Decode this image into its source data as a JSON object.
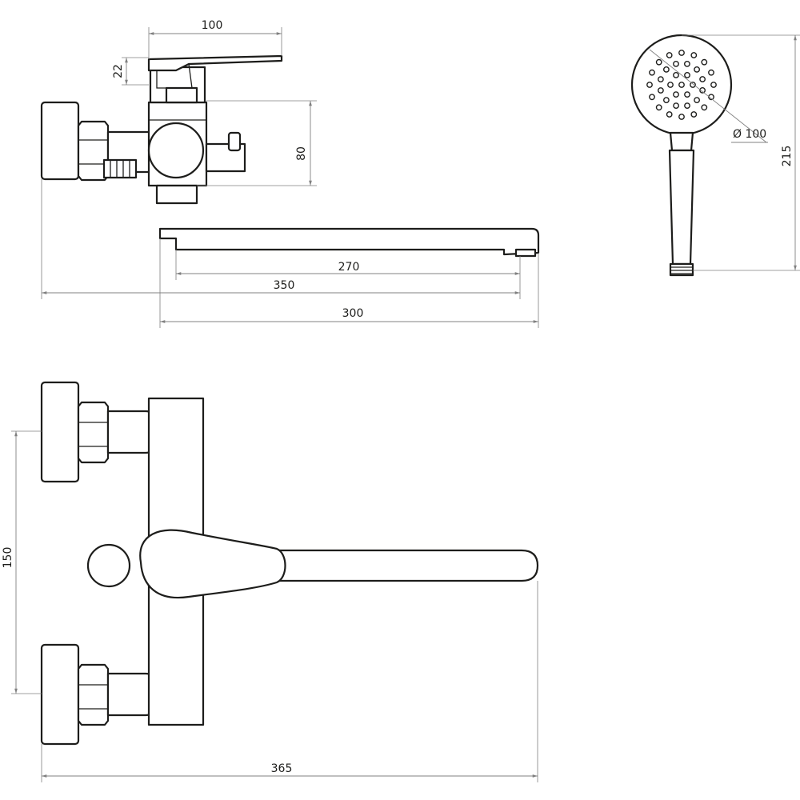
{
  "dimensions": {
    "handle_length": "100",
    "handle_height": "22",
    "body_height": "80",
    "spout_reach": "270",
    "overall_reach": "350",
    "spout_length": "300",
    "head_diameter": "Ø 100",
    "shower_length": "215",
    "inlet_spacing": "150",
    "total_width": "365"
  },
  "colors": {
    "line": "#1d1d1b",
    "dimension_line": "#808080",
    "background": "#ffffff"
  }
}
